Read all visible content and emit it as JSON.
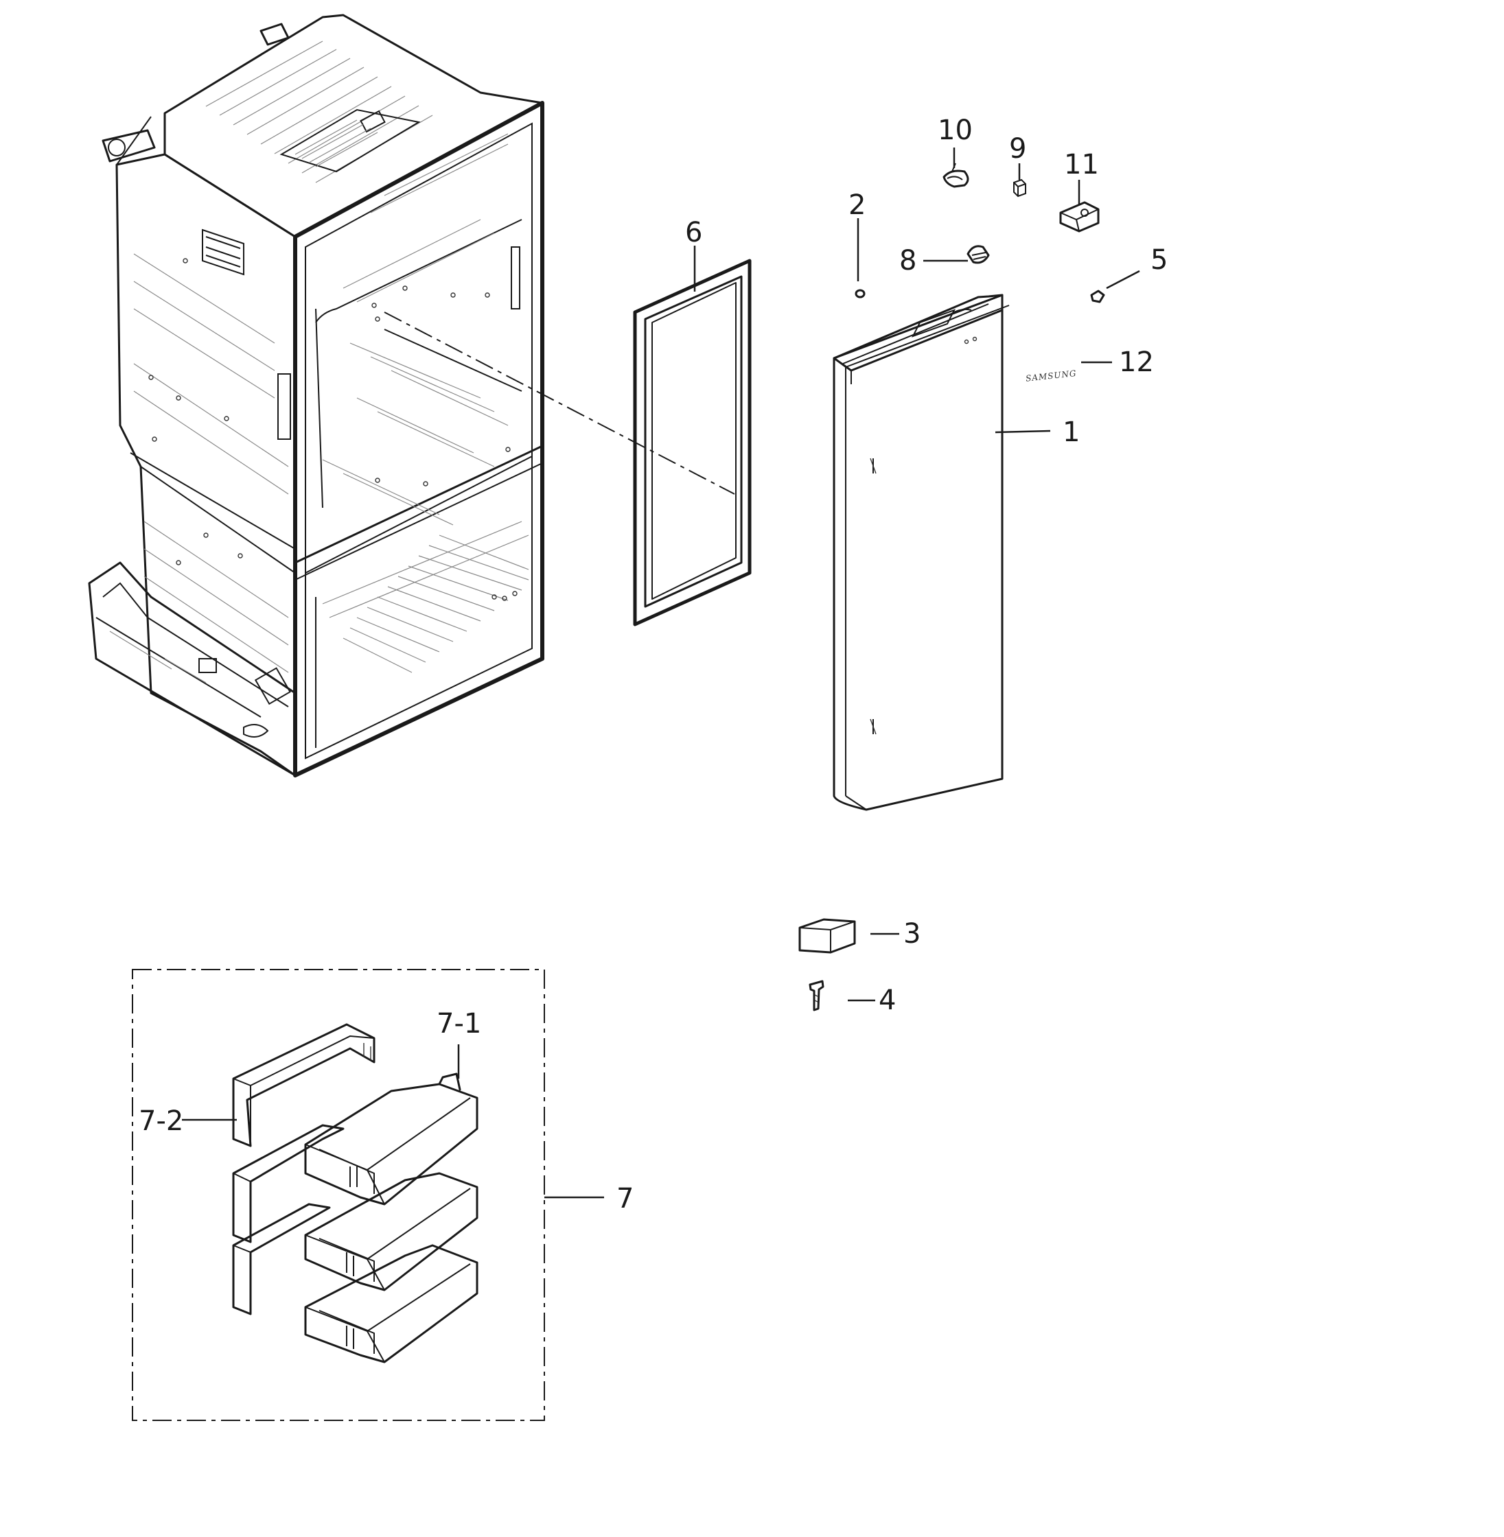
{
  "callouts": {
    "c1": "1",
    "c2": "2",
    "c3": "3",
    "c4": "4",
    "c5": "5",
    "c6": "6",
    "c7": "7",
    "c7_1": "7-1",
    "c7_2": "7-2",
    "c8": "8",
    "c9": "9",
    "c10": "10",
    "c11": "11",
    "c12": "12"
  },
  "emblem_text": "SAMSUNG"
}
